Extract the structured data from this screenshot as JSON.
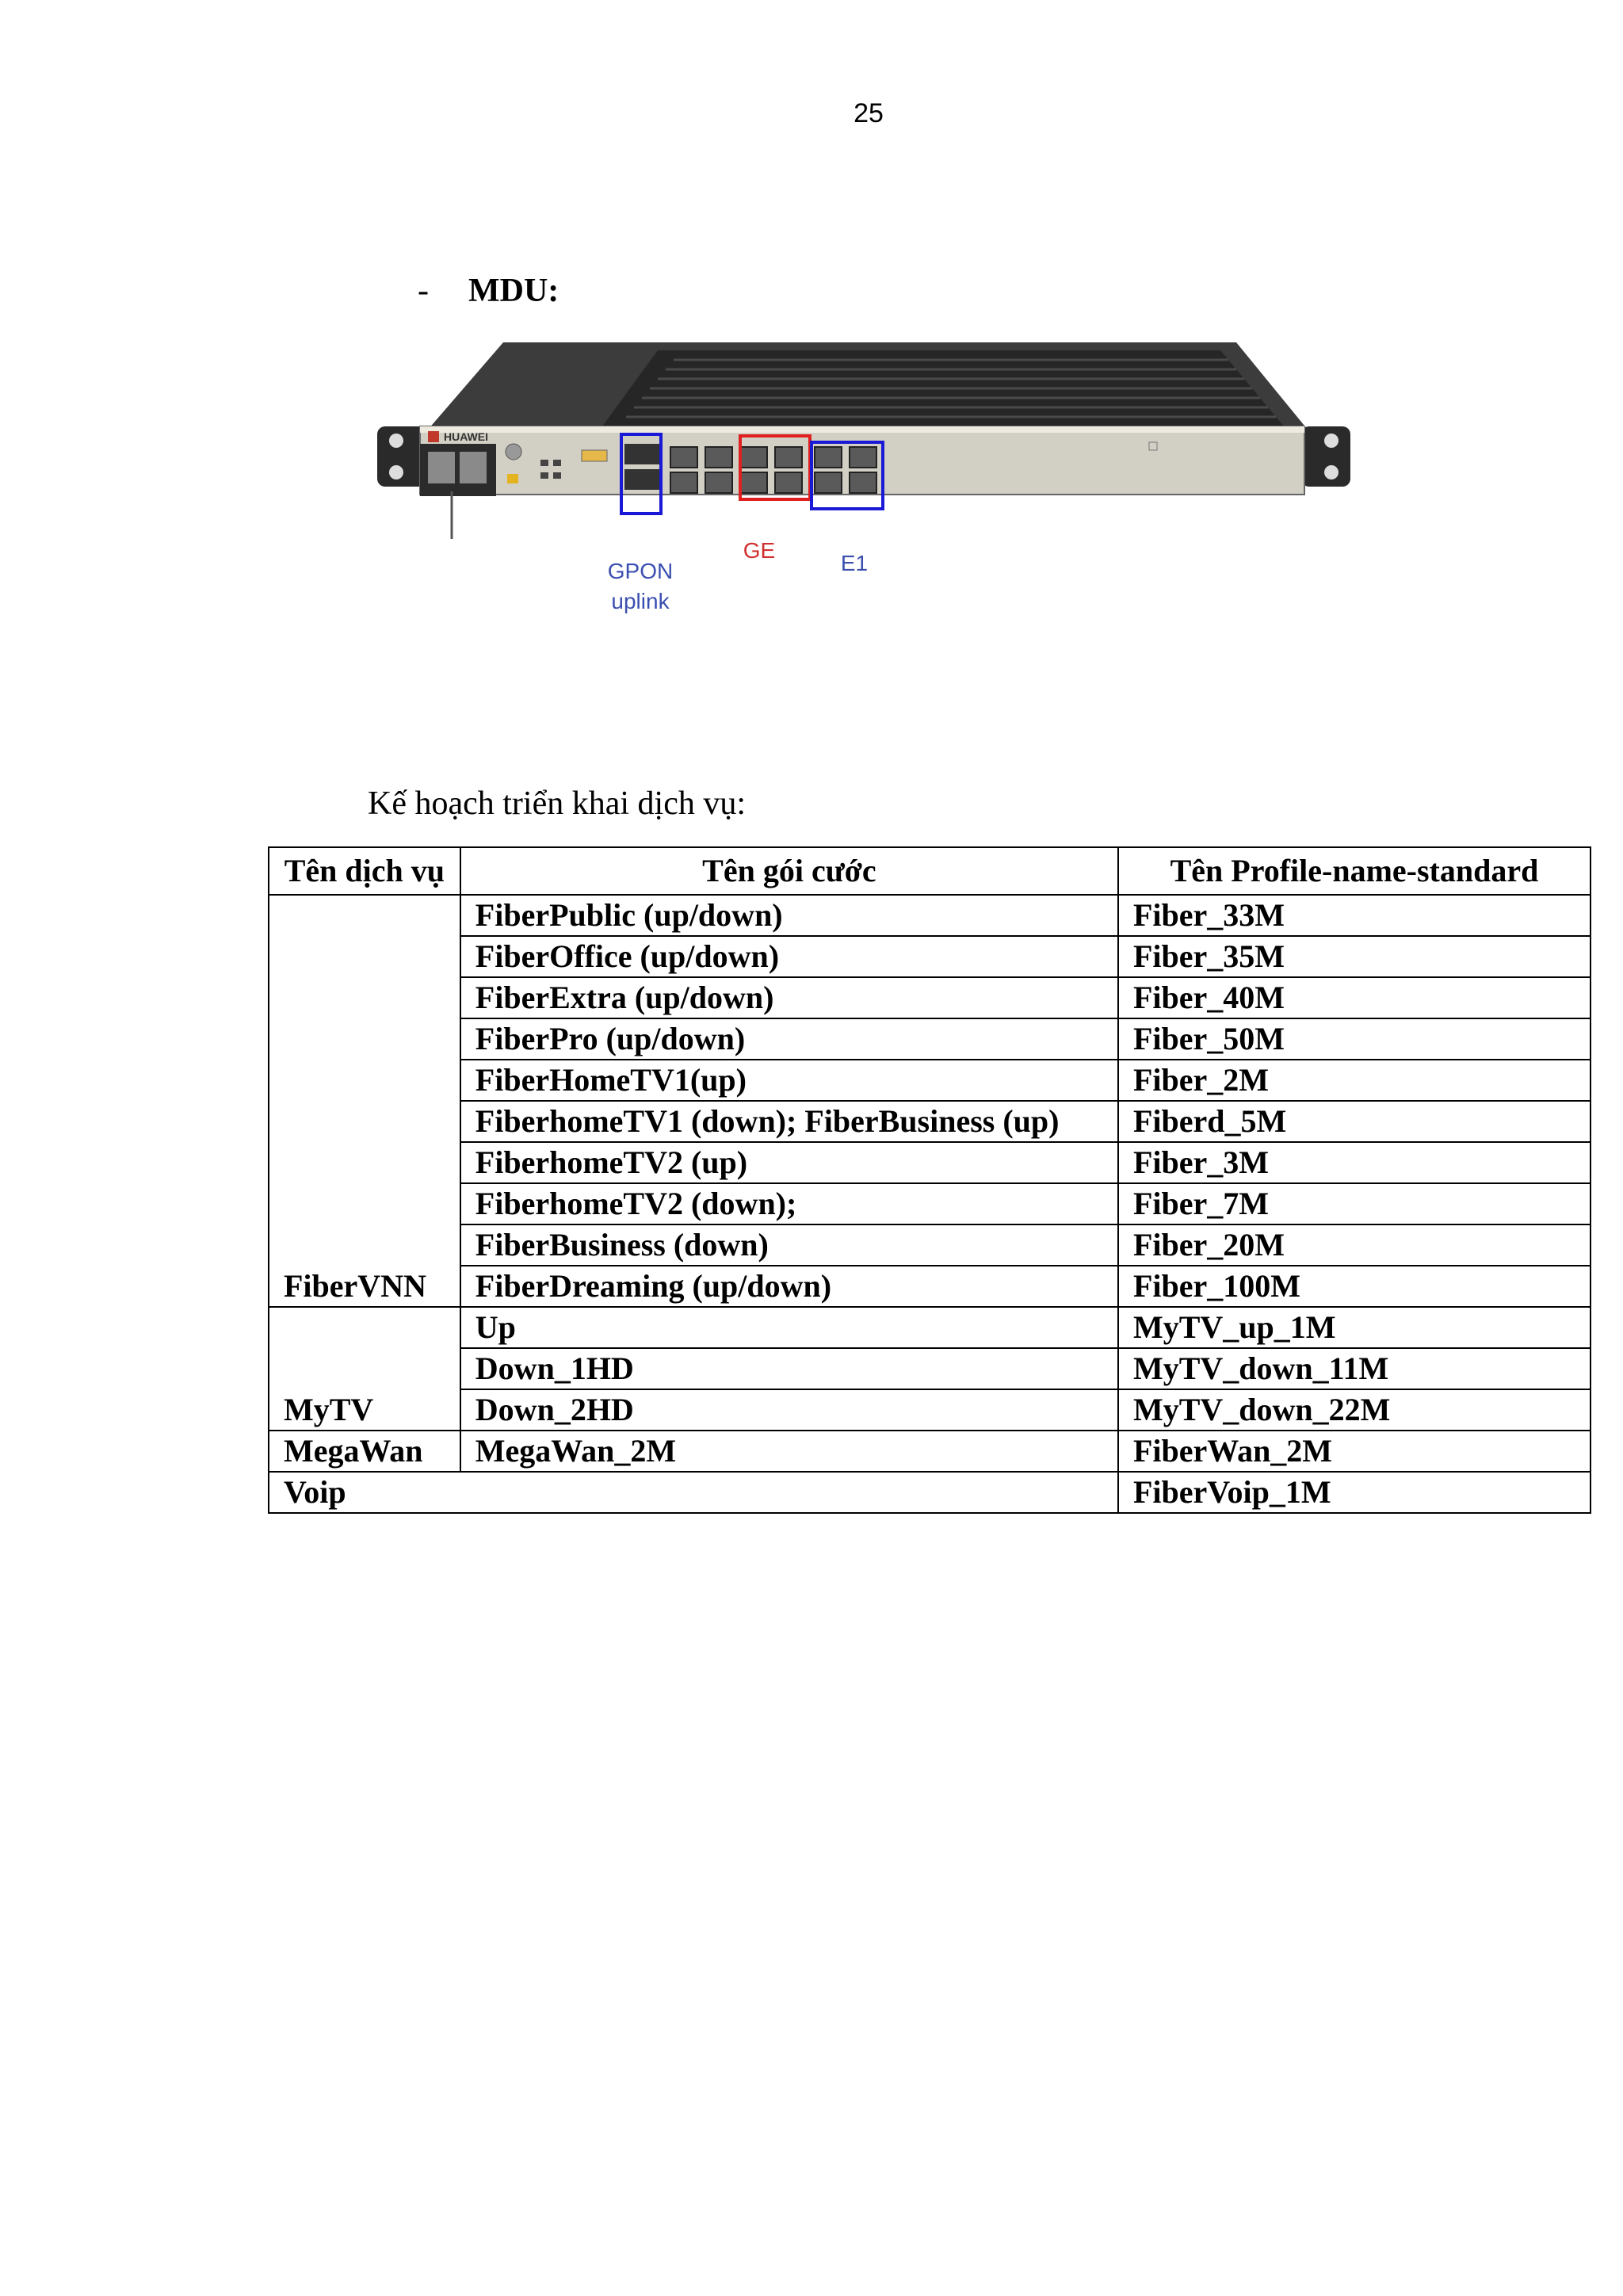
{
  "page_number": "25",
  "section": {
    "dash": "-",
    "title": "MDU:"
  },
  "device_image": {
    "brand": "HUAWEI",
    "labels": {
      "gpon_line1": "GPON",
      "gpon_line2": "uplink",
      "ge": "GE",
      "e1": "E1"
    },
    "colors": {
      "gpon_box": "#1a1ad6",
      "ge_box": "#e02020",
      "e1_box": "#1a1ad6",
      "gpon_text": "#3a4fb0",
      "ge_text": "#d03030",
      "e1_text": "#3a4fb0"
    }
  },
  "intro_text": "Kế hoạch triển khai dịch vụ:",
  "table": {
    "headers": [
      "Tên dịch vụ",
      "Tên gói cước",
      "Tên Profile-name-standard"
    ],
    "groups": [
      {
        "service": "FiberVNN",
        "rows": [
          [
            "FiberPublic (up/down)",
            "Fiber_33M"
          ],
          [
            "FiberOffice (up/down)",
            "Fiber_35M"
          ],
          [
            "FiberExtra (up/down)",
            "Fiber_40M"
          ],
          [
            "FiberPro (up/down)",
            "Fiber_50M"
          ],
          [
            "FiberHomeTV1(up)",
            "Fiber_2M"
          ],
          [
            "FiberhomeTV1 (down);  FiberBusiness (up)",
            "Fiberd_5M"
          ],
          [
            "FiberhomeTV2 (up)",
            "Fiber_3M"
          ],
          [
            "FiberhomeTV2 (down);",
            "Fiber_7M"
          ],
          [
            "FiberBusiness (down)",
            "Fiber_20M"
          ],
          [
            "FiberDreaming (up/down)",
            "Fiber_100M"
          ]
        ]
      },
      {
        "service": "MyTV",
        "rows": [
          [
            "Up",
            "MyTV_up_1M"
          ],
          [
            "Down_1HD",
            "MyTV_down_11M"
          ],
          [
            "Down_2HD",
            "MyTV_down_22M"
          ]
        ]
      },
      {
        "service": "MegaWan",
        "rows": [
          [
            "MegaWan_2M",
            "FiberWan_2M"
          ]
        ]
      }
    ],
    "voip_row": {
      "service": "Voip",
      "profile": "FiberVoip_1M"
    }
  }
}
